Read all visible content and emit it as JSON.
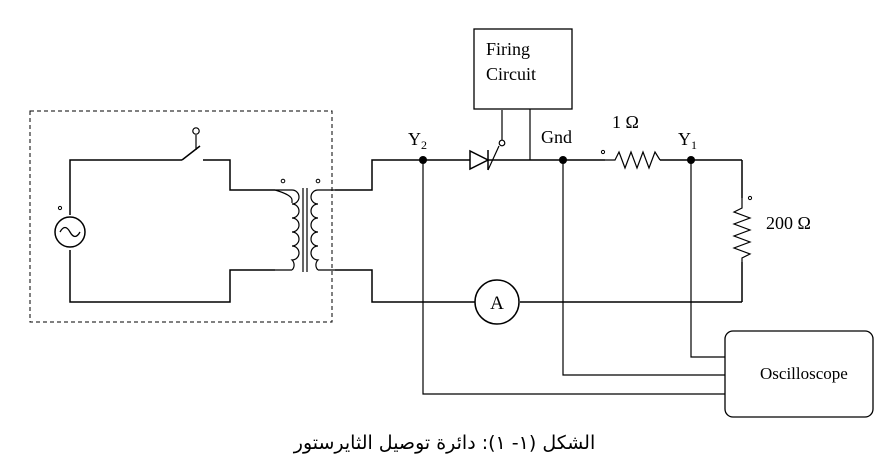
{
  "diagram": {
    "firing_circuit_line1": "Firing",
    "firing_circuit_line2": "Circuit",
    "label_y2": "Y",
    "label_y2_sub": "2",
    "label_gnd": "Gnd",
    "label_1ohm": "1 Ω",
    "label_y1": "Y",
    "label_y1_sub": "1",
    "label_200ohm": "200 Ω",
    "label_ammeter": "A",
    "label_oscilloscope": "Oscilloscope"
  },
  "caption": "الشكل (١- ١): دائرة توصيل الثايرستور"
}
